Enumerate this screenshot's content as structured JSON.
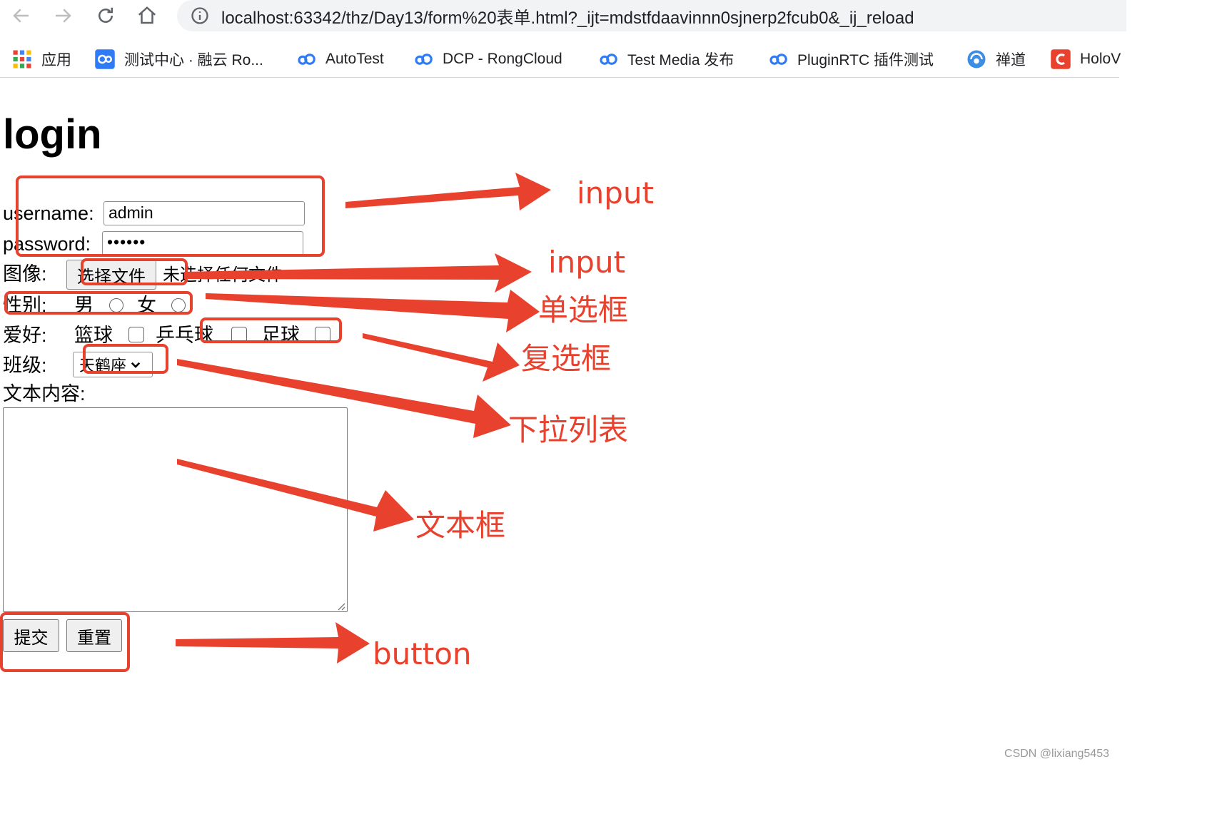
{
  "browser": {
    "url": "localhost:63342/thz/Day13/form%20表单.html?_ijt=mdstfdaavinnn0sjnerp2fcub0&_ij_reload",
    "bookmarks": [
      {
        "label": "应用",
        "icon": "apps-grid-icon"
      },
      {
        "label": "测试中心 · 融云 Ro...",
        "icon": "rongcloud-test-icon"
      },
      {
        "label": "AutoTest",
        "icon": "rongcloud-logo-icon"
      },
      {
        "label": "DCP - RongCloud",
        "icon": "rongcloud-logo-icon"
      },
      {
        "label": "Test Media 发布",
        "icon": "rongcloud-logo-icon"
      },
      {
        "label": "PluginRTC 插件测试",
        "icon": "rongcloud-logo-icon"
      },
      {
        "label": "禅道",
        "icon": "zentao-icon"
      },
      {
        "label": "HoloV",
        "icon": "holo-c-icon"
      }
    ]
  },
  "form": {
    "title": "login",
    "username_label": "username:",
    "username_value": "admin",
    "password_label": "password:",
    "password_value": "••••••",
    "image_label": "图像:",
    "file_button": "选择文件",
    "file_status": "未选择任何文件",
    "gender_label": "性别:",
    "gender_male": "男",
    "gender_female": "女",
    "hobby_label": "爱好:",
    "hobby_basketball": "篮球",
    "hobby_pingpong": "乒乓球",
    "hobby_football": "足球",
    "class_label": "班级:",
    "class_selected": "天鹤座",
    "content_label": "文本内容:",
    "submit_button": "提交",
    "reset_button": "重置"
  },
  "annotations": {
    "input_1": "input",
    "input_2": "input",
    "radio": "单选框",
    "checkbox": "复选框",
    "select": "下拉列表",
    "textarea": "文本框",
    "button": "button",
    "color": "#e8412d"
  },
  "watermark": "CSDN @lixiang5453"
}
